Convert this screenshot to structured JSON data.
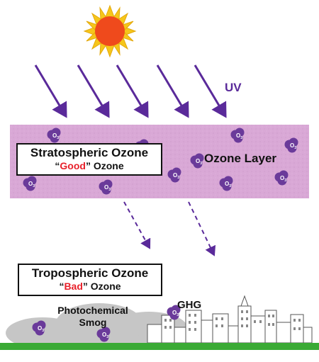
{
  "colors": {
    "sun_core": "#ef4a1c",
    "sun_rays": "#f6c61a",
    "arrow": "#5a2a9a",
    "ozone_layer": "#d9a8d6",
    "ozone_molecule": "#6a3a9a",
    "ground": "#3aaa35",
    "smog": "#c8c8c8",
    "highlight_red": "#e8202a"
  },
  "labels": {
    "uv": "UV",
    "ozone_layer": "Ozone Layer",
    "ghg": "GHG",
    "smog_line1": "Photochemical",
    "smog_line2": "Smog"
  },
  "stratospheric": {
    "title": "Stratospheric Ozone",
    "quote_open": "“",
    "word": "Good",
    "quote_close_suffix": "” Ozone"
  },
  "tropospheric": {
    "title": "Tropospheric Ozone",
    "quote_open": "“",
    "word": "Bad",
    "quote_close_suffix": "” Ozone"
  },
  "molecule": {
    "symbol": "O",
    "subscript": "3"
  },
  "icons": [
    "sun-icon",
    "uv-arrow-icon",
    "ozone-molecule-icon",
    "city-skyline-icon",
    "smog-cloud-icon"
  ]
}
